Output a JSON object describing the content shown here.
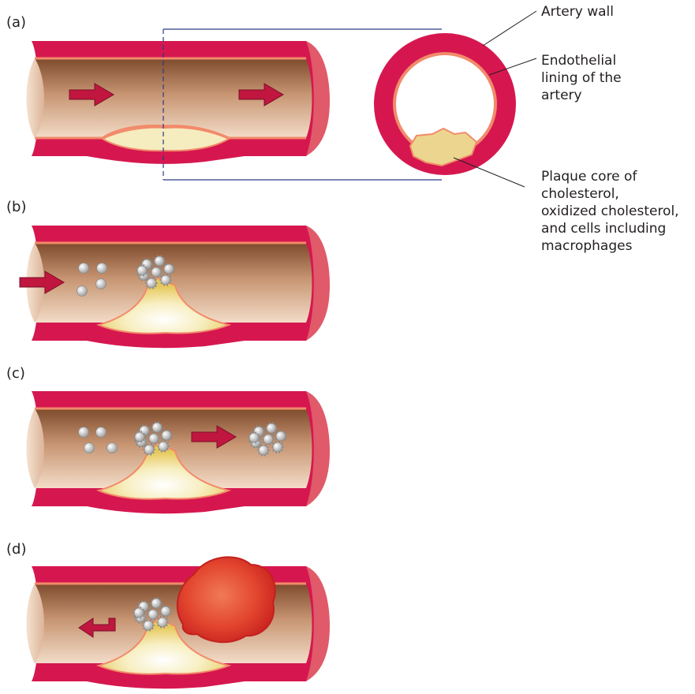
{
  "panels": {
    "a": "(a)",
    "b": "(b)",
    "c": "(c)",
    "d": "(d)"
  },
  "callouts": {
    "artery_wall": [
      "Artery wall"
    ],
    "endothelial": [
      "Endothelial",
      "lining of the",
      "artery"
    ],
    "plaque": [
      "Plaque core of",
      "cholesterol,",
      "oxidized cholesterol,",
      "and cells including",
      "macrophages"
    ]
  },
  "colors": {
    "artery_wall": "#d6174f",
    "endothelium": "#f28a6a",
    "lumen_dark": "#8a5230",
    "lumen_light": "#f2d8c2",
    "plaque": "#f3e4a8",
    "arrow": "#c0163f",
    "clot": "#e8402f",
    "platelet": "#c8c8c8"
  }
}
